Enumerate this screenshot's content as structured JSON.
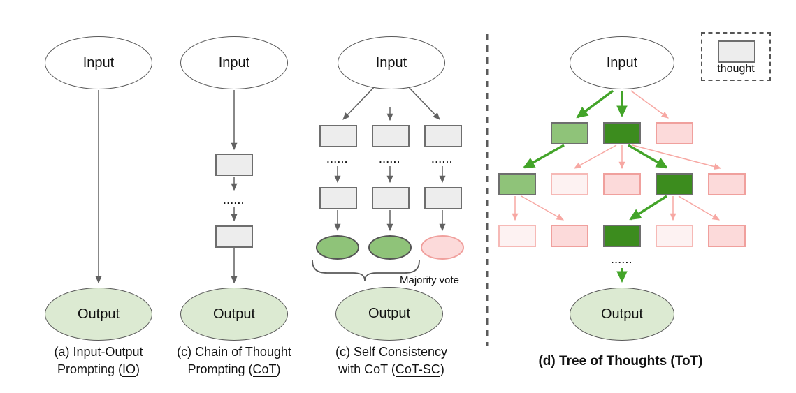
{
  "colors": {
    "green-dark": "#3c8c1e",
    "green-mid": "#8fc379",
    "green-arrow": "#43a429",
    "pink-fill": "#fcdada",
    "pink-light": "#fdf2f2",
    "pink-border": "#f0a09d",
    "pink-border-light": "#f6b9b6",
    "pink-arrow": "#f7a8a3",
    "gray-fill": "#ededed",
    "gray-border": "#6e6e6e",
    "arrow-gray": "#616161",
    "output-fill": "#dcead2",
    "ellipse-border": "#595959",
    "separator": "#5a5a5a"
  },
  "labels": {
    "dots": "......"
  },
  "legend": {
    "thought": "thought"
  },
  "panels": {
    "io": {
      "input": "Input",
      "output": "Output",
      "caption": {
        "line1": "(a) Input-Output",
        "line2_prefix": "Prompting (",
        "abbr": "IO",
        "suffix": ")"
      }
    },
    "cot": {
      "input": "Input",
      "output": "Output",
      "caption": {
        "line1": "(c) Chain of Thought",
        "line2_prefix": "Prompting (",
        "abbr": "CoT",
        "suffix": ")"
      }
    },
    "cot_sc": {
      "input": "Input",
      "output": "Output",
      "majority_vote": "Majority vote",
      "results": [
        "green",
        "green",
        "pink"
      ],
      "caption": {
        "line1": "(c) Self Consistency",
        "line2_prefix": "with CoT (",
        "abbr": "CoT-SC",
        "suffix": ")"
      }
    },
    "tot": {
      "input": "Input",
      "output": "Output",
      "rows": [
        [
          "green-mid",
          "green-dark",
          "pink"
        ],
        [
          "green-mid",
          "pink-light",
          "pink",
          "green-dark",
          "pink"
        ],
        [
          "pink-light",
          "pink",
          "green-dark",
          "pink-light",
          "pink"
        ]
      ],
      "caption": {
        "prefix": "(d) Tree of Thoughts (",
        "abbr": "ToT",
        "suffix": ")"
      }
    }
  }
}
